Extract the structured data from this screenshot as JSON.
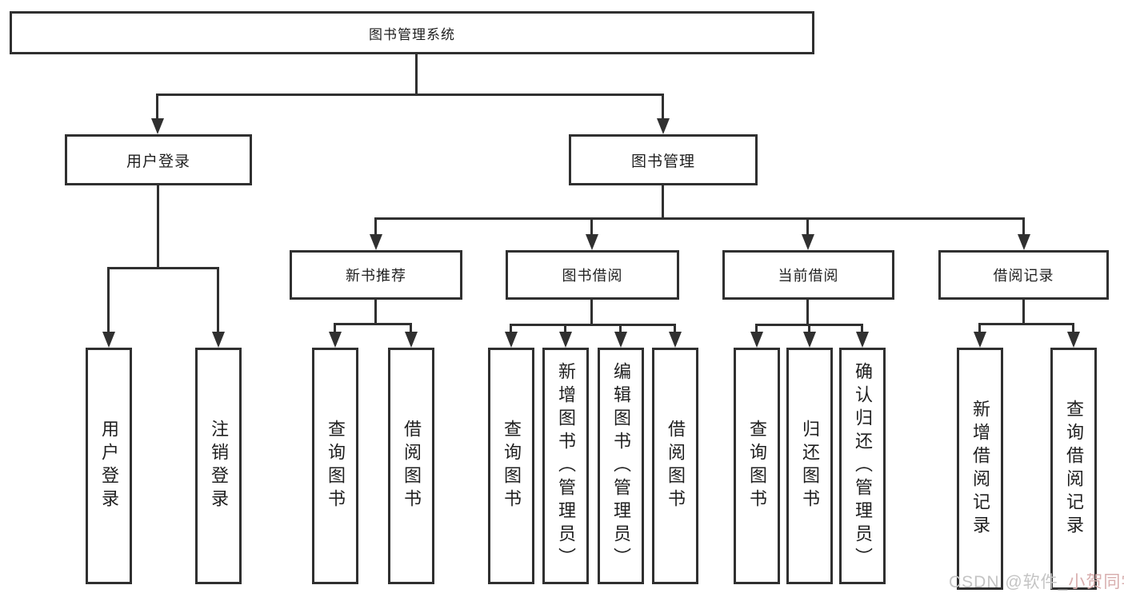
{
  "nodes": {
    "root": "图书管理系统",
    "user_login": "用户登录",
    "book_mgmt": "图书管理",
    "new_book": "新书推荐",
    "book_borrow": "图书借阅",
    "current_borrow": "当前借阅",
    "borrow_records": "借阅记录",
    "leaves": {
      "user_login": [
        "用户登录",
        "注销登录"
      ],
      "new_book": [
        "查询图书",
        "借阅图书"
      ],
      "book_borrow": [
        "查询图书",
        "新增图书（管理员）",
        "编辑图书（管理员）",
        "借阅图书"
      ],
      "current_borrow": [
        "查询图书",
        "归还图书",
        "确认归还（管理员）"
      ],
      "borrow_records": [
        "新增借阅记录",
        "查询借阅记录"
      ]
    }
  },
  "watermark": {
    "prefix": "CSDN @软件_",
    "suffix": "小贺同学"
  },
  "colors": {
    "line": "#303030",
    "text": "#1f1f1f",
    "background": "#ffffff",
    "watermark_gray": "#c4c4c4",
    "watermark_pink": "#d8aeae"
  }
}
